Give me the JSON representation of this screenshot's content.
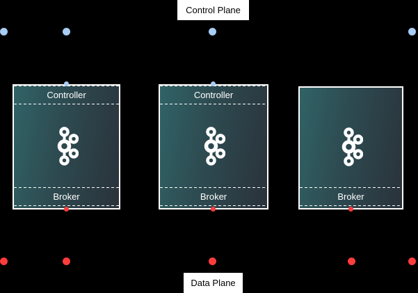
{
  "diagram": {
    "top_label": "Control Plane",
    "bottom_label": "Data Plane"
  },
  "nodes": [
    {
      "id": "kafka-node-1",
      "has_controller": true,
      "controller_label": "Controller",
      "broker_label": "Broker"
    },
    {
      "id": "kafka-node-2",
      "has_controller": true,
      "controller_label": "Controller",
      "broker_label": "Broker"
    },
    {
      "id": "kafka-node-3",
      "has_controller": false,
      "broker_label": "Broker"
    }
  ],
  "icons": {
    "node_icon": "apache-kafka-logo"
  },
  "endpoints": {
    "control_plane_dot_count": 4,
    "data_plane_dot_count": 5,
    "node_top_connection_dots": 2,
    "node_bottom_connection_dots": 3
  },
  "colors": {
    "background": "#000000",
    "plane_label_bg": "#ffffff",
    "plane_label_text": "#000000",
    "control_plane_dot": "#a9cdf4",
    "data_plane_dot": "#ff3d3d",
    "node_border": "#ffffff",
    "node_gradient_start": "#306366",
    "node_gradient_end": "#2a323a",
    "section_divider": "#ffffff",
    "section_text": "#ffffff",
    "kafka_icon": "#ffffff"
  }
}
